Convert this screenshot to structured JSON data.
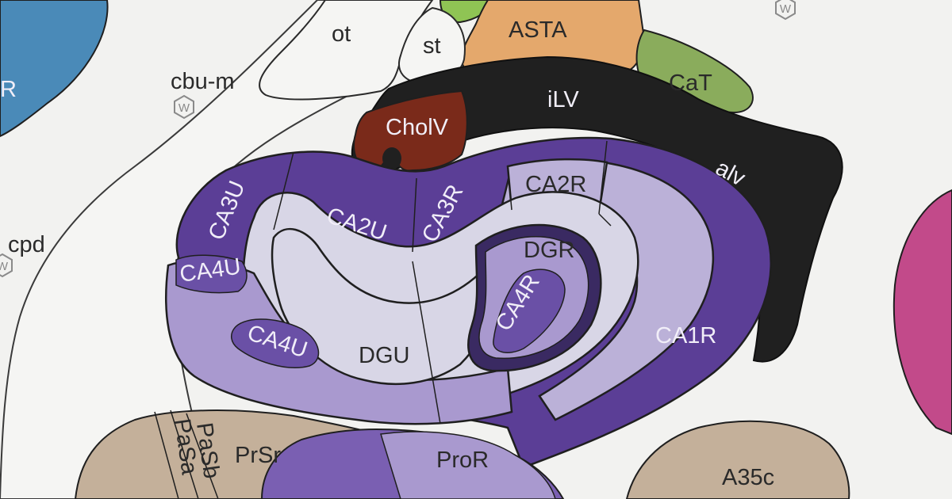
{
  "colors": {
    "background": "#f2f2f0",
    "tract_fill": "#f5f5f3",
    "ventricle": "#202020",
    "choroid": "#7a2a1a",
    "amygdala_orange": "#e4a86c",
    "green_region": "#8aac5c",
    "bright_green": "#8fc454",
    "blue_region": "#4a8ab8",
    "magenta_region": "#c24a8a",
    "tan_region": "#c4b09a",
    "ca_dark_purple": "#5b3e96",
    "ca_mid_purple": "#7a5fb2",
    "ca_light_purple": "#a999cf",
    "ca_lighter_purple": "#bbb1d8",
    "dg_pale": "#d8d6e6"
  },
  "labels": {
    "ot": "ot",
    "st": "st",
    "asta": "ASTA",
    "cat": "CaT",
    "cbu_m": "cbu-m",
    "cpd": "cpd",
    "r_partial": "R",
    "ilv": "iLV",
    "cholv": "CholV",
    "alv": "alv",
    "ca3u": "CA3U",
    "ca2u": "CA2U",
    "ca3r": "CA3R",
    "ca2r": "CA2R",
    "ca4u_upper": "CA4U",
    "ca4u_lower": "CA4U",
    "dgr": "DGR",
    "ca4r": "CA4R",
    "dgu": "DGU",
    "ca1r": "CA1R",
    "prsr": "PrSr",
    "pasb": "PaSb",
    "pasa": "PaSa",
    "pror": "ProR",
    "a35c": "A35c"
  },
  "icons": [
    "w-hexagon-icon"
  ]
}
